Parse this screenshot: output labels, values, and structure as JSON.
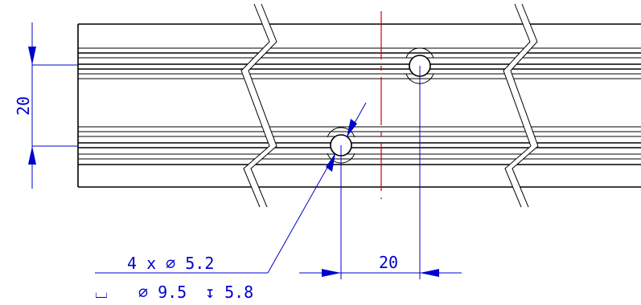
{
  "dimensions": {
    "vertical_spacing": "20",
    "horizontal_spacing": "20",
    "hole_callout_line1": "4 x ∅ 5.2",
    "hole_callout_line2_counterbore_symbol": "⌴",
    "hole_callout_line2_diameter": "∅ 9.5",
    "hole_callout_line2_depth": "↧ 5.8"
  },
  "colors": {
    "outline": "#000000",
    "dimension": "#0000cc",
    "centerline": "#d00000"
  }
}
